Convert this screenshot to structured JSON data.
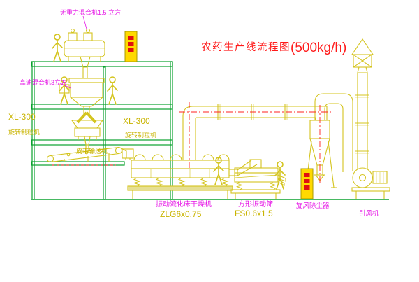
{
  "title": {
    "main": "农药生产线流程图",
    "capacity": "(500kg/h)"
  },
  "labels": {
    "top_mixer": "无重力混合机1.5 立方",
    "high_speed_mixer": "高速混合机3立方",
    "granulator_left_model": "XL-300",
    "granulator_left_name": "旋转制粒机",
    "granulator_center_model": "XL-300",
    "granulator_center_name": "旋转制粒机",
    "belt_conveyor": "皮带输送机",
    "dryer_name": "振动流化床干燥机",
    "dryer_model": "ZLG6x0.75",
    "screen_name": "方形振动筛",
    "screen_model": "FS0.6x1.5",
    "cyclone": "旋风除尘器",
    "fan": "引风机"
  },
  "colors": {
    "background": "#ffffff",
    "structure_green": "#0aa22e",
    "equipment_yellow": "#d4c41e",
    "label_magenta": "#e617e6",
    "label_yellow": "#c9b400",
    "title_red": "#ff1a1a",
    "centerline_red": "#ff2020",
    "cabinet_fill": "#ffd900",
    "cabinet_marks": "#e01010"
  }
}
